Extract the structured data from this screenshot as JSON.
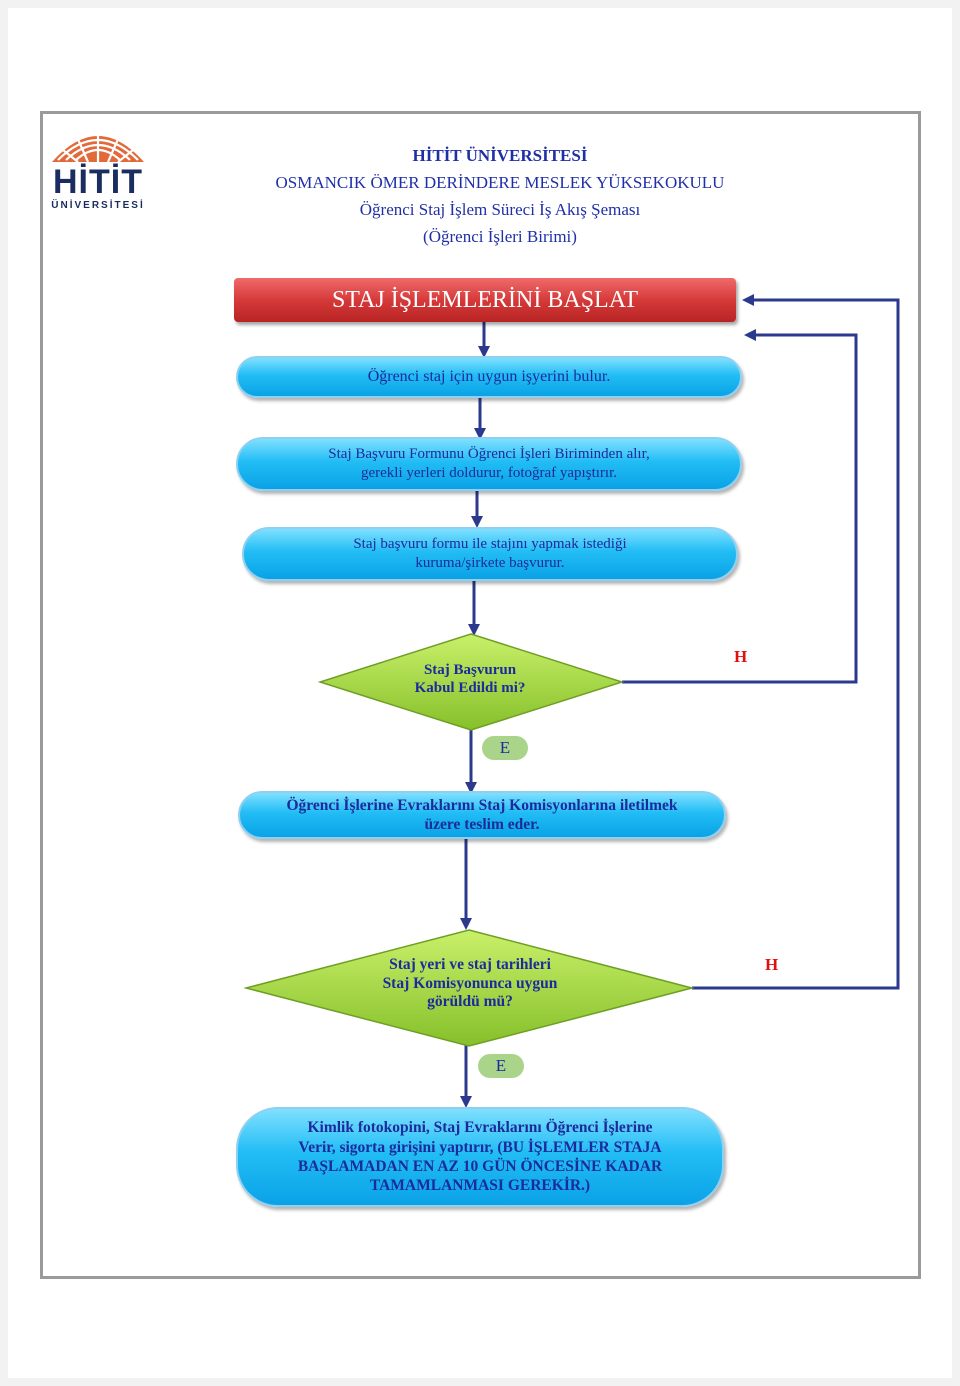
{
  "header": {
    "line1": "HİTİT ÜNİVERSİTESİ",
    "line2": "OSMANCIK ÖMER DERİNDERE MESLEK YÜKSEKOKULU",
    "line3": "Öğrenci Staj İşlem Süreci İş Akış Şeması",
    "line4": "(Öğrenci İşleri Birimi)"
  },
  "logo": {
    "word": "HİTİT",
    "sub": "ÜNİVERSİTESİ"
  },
  "flow": {
    "start": "STAJ İŞLEMLERİNİ BAŞLAT",
    "step1": "Öğrenci staj için uygun işyerini bulur.",
    "step2_line1": "Staj Başvuru Formunu Öğrenci İşleri Biriminden alır,",
    "step2_line2": "gerekli yerleri doldurur, fotoğraf yapıştırır.",
    "step3_line1": "Staj başvuru formu ile stajını yapmak istediği",
    "step3_line2": "kuruma/şirkete başvurur.",
    "decision1_line1": "Staj Başvurun",
    "decision1_line2": "Kabul Edildi mi?",
    "decision1_no": "H",
    "decision1_yes": "E",
    "step4_line1": "Öğrenci İşlerine Evraklarını Staj Komisyonlarına iletilmek",
    "step4_line2": "üzere teslim eder.",
    "decision2_line1": "Staj yeri ve staj tarihleri",
    "decision2_line2": "Staj Komisyonunca uygun",
    "decision2_line3": "görüldü mü?",
    "decision2_no": "H",
    "decision2_yes": "E",
    "step5_line1": "Kimlik fotokopini, Staj Evraklarını Öğrenci İşlerine",
    "step5_line2": "Verir, sigorta girişini yaptırır, (BU İŞLEMLER STAJA",
    "step5_line3": "BAŞLAMADAN EN AZ 10 GÜN ÖNCESİNE KADAR",
    "step5_line4": "TAMAMLANMASI GEREKİR.)"
  },
  "colors": {
    "header_text": "#1f2fa8",
    "start_box": "#d63a3a",
    "process_box": "#22bdf5",
    "decision": "#9bd63b",
    "yes_tag": "#a9d48a",
    "no_text": "#e01010",
    "arrow": "#2b3a8c"
  }
}
